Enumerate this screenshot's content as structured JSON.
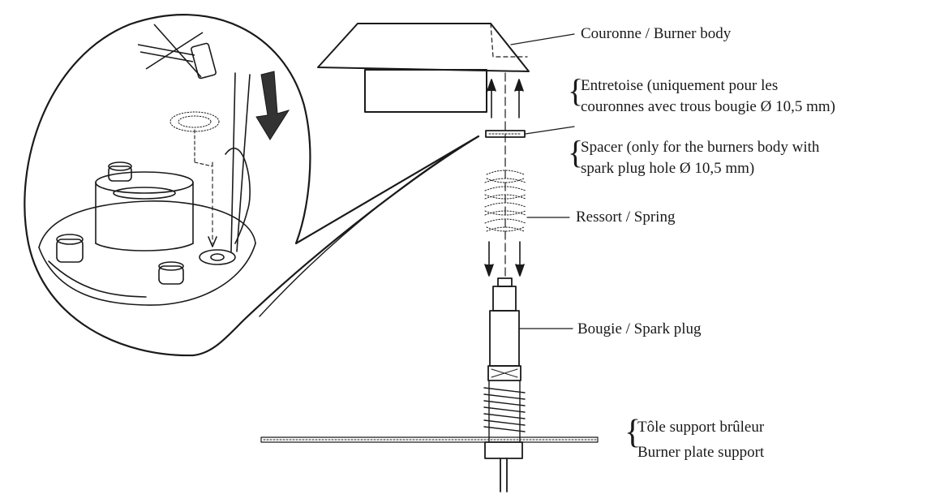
{
  "labels": {
    "burner_body": "Couronne / Burner body",
    "entretoise_line1": "Entretoise  (uniquement pour les",
    "entretoise_line2": "couronnes avec trous bougie Ø 10,5 mm)",
    "spacer_line1": "Spacer  (only for the burners body with",
    "spacer_line2": "spark plug hole Ø 10,5 mm)",
    "spring": "Ressort / Spring",
    "spark_plug": "Bougie / Spark plug",
    "plate_line1": "Tôle support brûleur",
    "plate_line2": "Burner plate support"
  },
  "icons": {
    "no_hammer": "no-hammer-icon",
    "push_arrow": "push-down-arrow-icon"
  },
  "colors": {
    "ink": "#1a1a1a",
    "background": "#ffffff"
  }
}
